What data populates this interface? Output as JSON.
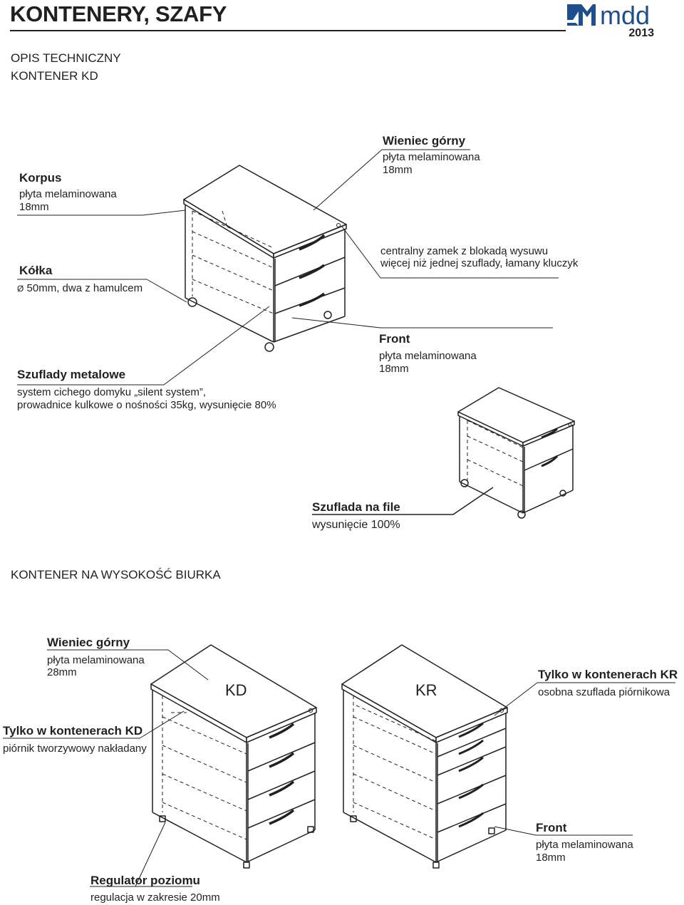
{
  "header": {
    "title": "KONTENERY, SZAFY",
    "brand": "mdd",
    "year": "2013"
  },
  "section1": {
    "line1": "OPIS TECHNICZNY",
    "line2": "KONTENER KD"
  },
  "labels_kd": {
    "korpus": {
      "title": "Korpus",
      "line1": "płyta melaminowana",
      "line2": "18mm"
    },
    "wieniec": {
      "title": "Wieniec górny",
      "line1": "płyta melaminowana",
      "line2": "18mm"
    },
    "zamek": {
      "line1": "centralny zamek z blokadą wysuwu",
      "line2": "więcej niż jednej szuflady, łamany kluczyk"
    },
    "kolka": {
      "title": "Kółka",
      "symbol": "Ø",
      "line1": "50mm, dwa z hamulcem"
    },
    "szuflady": {
      "title": "Szuflady metalowe",
      "line1": "system cichego domyku „silent system”,",
      "line2": "prowadnice kulkowe o nośności 35kg, wysunięcie 80%"
    },
    "front": {
      "title": "Front",
      "line1": "płyta melaminowana",
      "line2": "18mm"
    },
    "file": {
      "title": "Szuflada na file",
      "line1": "wysunięcie 100%"
    }
  },
  "section2": {
    "title": "KONTENER NA WYSOKOŚĆ BIURKA"
  },
  "labels_desk": {
    "wieniec": {
      "title": "Wieniec górny",
      "line1": "płyta melaminowana",
      "line2": "28mm"
    },
    "kd": "KD",
    "kr": "KR",
    "kr_only": {
      "title": "Tylko w kontenerach KR",
      "line1": "osobna szuflada piórnikowa"
    },
    "kd_only": {
      "title": "Tylko w kontenerach KD",
      "line1": "piórnik tworzywowy nakładany"
    },
    "front": {
      "title": "Front",
      "line1": "płyta melaminowana",
      "line2": "18mm"
    },
    "regulator": {
      "title": "Regulator poziomu",
      "line1": "regulacja w zakresie 20mm"
    }
  },
  "colors": {
    "ink": "#231f20",
    "brand_blue": "#1f4e8c"
  }
}
